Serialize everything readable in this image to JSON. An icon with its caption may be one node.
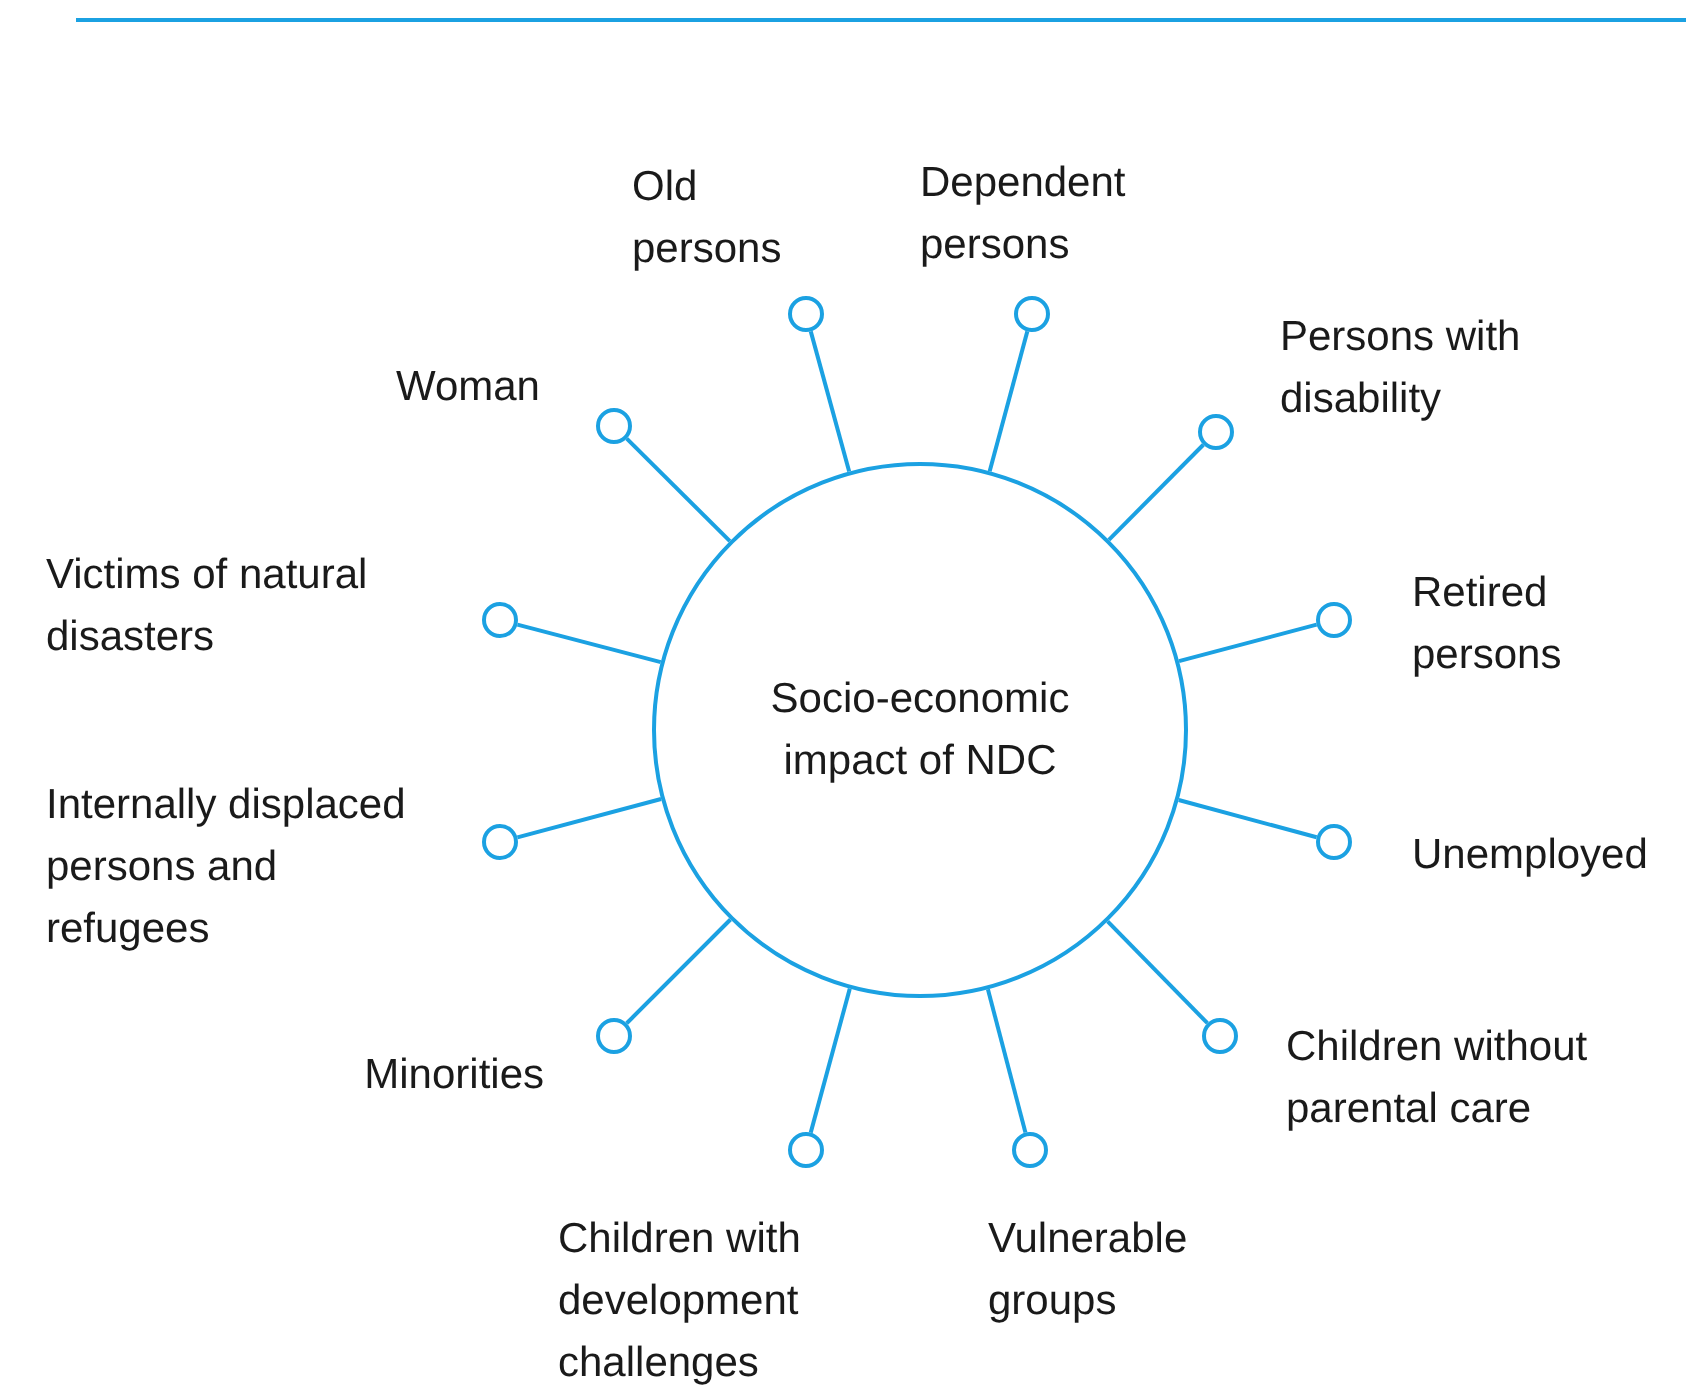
{
  "diagram": {
    "nodes": [
      {
        "text": [
          "Socio-economic impact of NDC"
        ]
      },
      {
        "text": [],
        "shape": "circle",
        "beside": [
          "Old persons"
        ]
      },
      {
        "text": [],
        "shape": "circle",
        "beside": [
          "Dependent persons"
        ]
      },
      {
        "text": [],
        "shape": "circle",
        "beside": [
          "Persons with disability"
        ]
      },
      {
        "text": [],
        "shape": "circle",
        "beside": [
          "Retired persons"
        ]
      },
      {
        "text": [],
        "shape": "circle",
        "beside": [
          "Unemployed"
        ]
      },
      {
        "text": [],
        "shape": "circle",
        "beside": [
          "Children without parental care"
        ]
      },
      {
        "text": [],
        "shape": "circle",
        "beside": [
          "Vulnerable groups"
        ]
      },
      {
        "text": [],
        "shape": "circle",
        "beside": [
          "Children with development challenges"
        ]
      },
      {
        "text": [],
        "shape": "circle",
        "beside": [
          "Minorities"
        ]
      },
      {
        "text": [],
        "shape": "circle",
        "beside": [
          "Internally displaced persons and refugees"
        ]
      },
      {
        "text": [],
        "shape": "circle",
        "beside": [
          "Victims of natural disasters"
        ]
      },
      {
        "text": [],
        "shape": "circle",
        "beside": [
          "Woman"
        ]
      }
    ],
    "edges": [
      {
        "from": 0,
        "to": 1,
        "arrow": "none"
      },
      {
        "from": 0,
        "to": 2,
        "arrow": "none"
      },
      {
        "from": 0,
        "to": 3,
        "arrow": "none"
      },
      {
        "from": 0,
        "to": 4,
        "arrow": "none"
      },
      {
        "from": 0,
        "to": 5,
        "arrow": "none"
      },
      {
        "from": 0,
        "to": 6,
        "arrow": "none"
      },
      {
        "from": 0,
        "to": 7,
        "arrow": "none"
      },
      {
        "from": 0,
        "to": 8,
        "arrow": "none"
      },
      {
        "from": 0,
        "to": 9,
        "arrow": "none"
      },
      {
        "from": 0,
        "to": 10,
        "arrow": "none"
      },
      {
        "from": 0,
        "to": 11,
        "arrow": "none"
      },
      {
        "from": 0,
        "to": 12,
        "arrow": "none"
      }
    ]
  }
}
